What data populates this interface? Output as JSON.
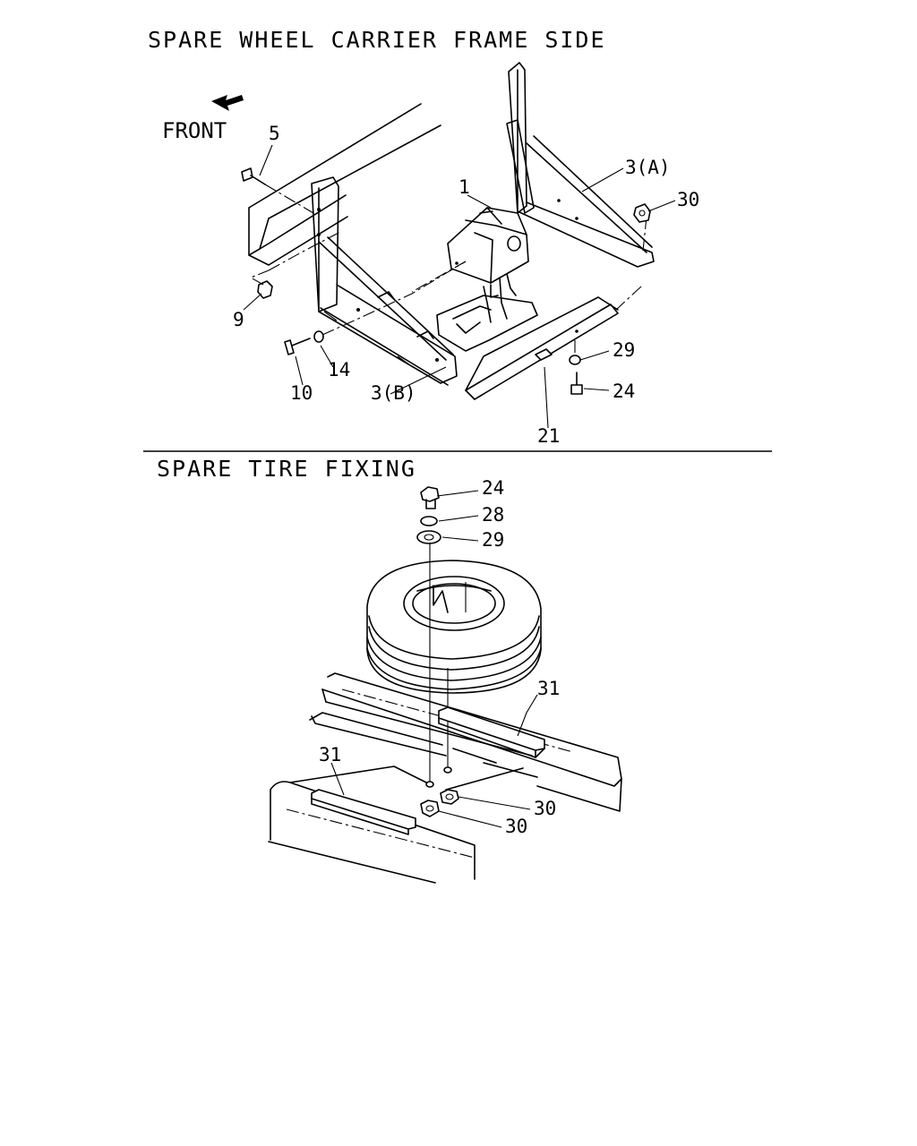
{
  "sections": {
    "top_title": "SPARE WHEEL CARRIER FRAME SIDE",
    "bottom_title": "SPARE TIRE FIXING"
  },
  "direction_label": "FRONT",
  "callouts_top": {
    "c1": "1",
    "c3a": "3(A)",
    "c3b": "3(B)",
    "c5": "5",
    "c9": "9",
    "c10": "10",
    "c14": "14",
    "c21": "21",
    "c24": "24",
    "c29": "29",
    "c30": "30"
  },
  "callouts_bottom": {
    "c24": "24",
    "c28": "28",
    "c29": "29",
    "c31a": "31",
    "c31b": "31",
    "c30a": "30",
    "c30b": "30"
  },
  "icons": [
    "front-arrow-icon"
  ]
}
